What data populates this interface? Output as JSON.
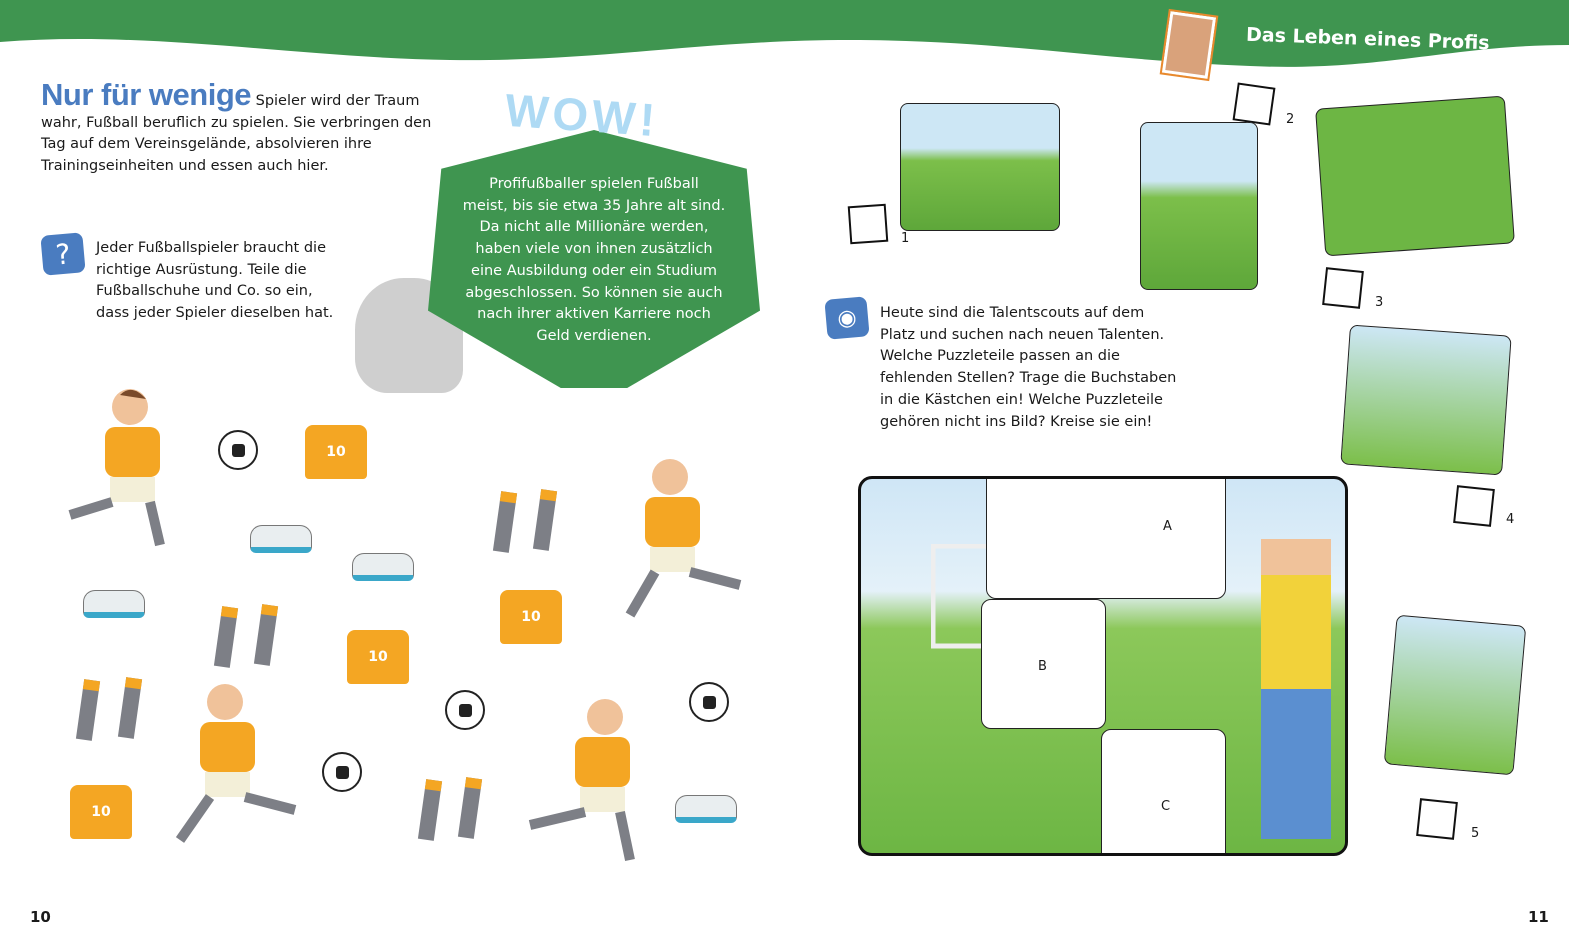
{
  "header": {
    "section_title": "Das Leben eines Profis",
    "colors": {
      "green": "#3f9550",
      "blue": "#4a7cc0"
    }
  },
  "left": {
    "headline": "Nur für wenige",
    "intro": "Spieler wird der Traum wahr, Fußball beruflich zu spielen. Sie verbringen den Tag auf dem Vereinsgelände, absolvieren ihre Trainingseinheiten und essen auch hier.",
    "task_icon": "question-icon",
    "task_lines": [
      "Jeder Fußballspieler braucht die",
      "richtige Ausrüstung. Teile die",
      "Fußballschuhe und Co. so ein,",
      "dass jeder Spieler dieselben hat."
    ],
    "wow_label": "WOW!",
    "wow_lines": [
      "Profifußballer spielen Fußball",
      "meist, bis sie etwa 35 Jahre alt sind.",
      "Da nicht alle Millionäre werden,",
      "haben viele von ihnen zusätzlich",
      "eine Ausbildung oder ein Studium",
      "abgeschlossen. So können sie auch",
      "nach ihrer aktiven Karriere noch",
      "Geld verdienen."
    ],
    "jersey_number": "10",
    "page_number": "10"
  },
  "right": {
    "task_icon": "eye-icon",
    "task_lines": [
      "Heute sind die Talentscouts auf dem",
      "Platz und suchen nach neuen Talenten.",
      "Welche Puzzleteile passen an die",
      "fehlenden Stellen? Trage die Buchstaben",
      "in die Kästchen ein! Welche Puzzleteile",
      "gehören nicht ins Bild? Kreise sie ein!"
    ],
    "hole_labels": [
      "A",
      "B",
      "C"
    ],
    "piece_numbers": [
      "1",
      "2",
      "3",
      "4",
      "5"
    ],
    "page_number": "11"
  }
}
